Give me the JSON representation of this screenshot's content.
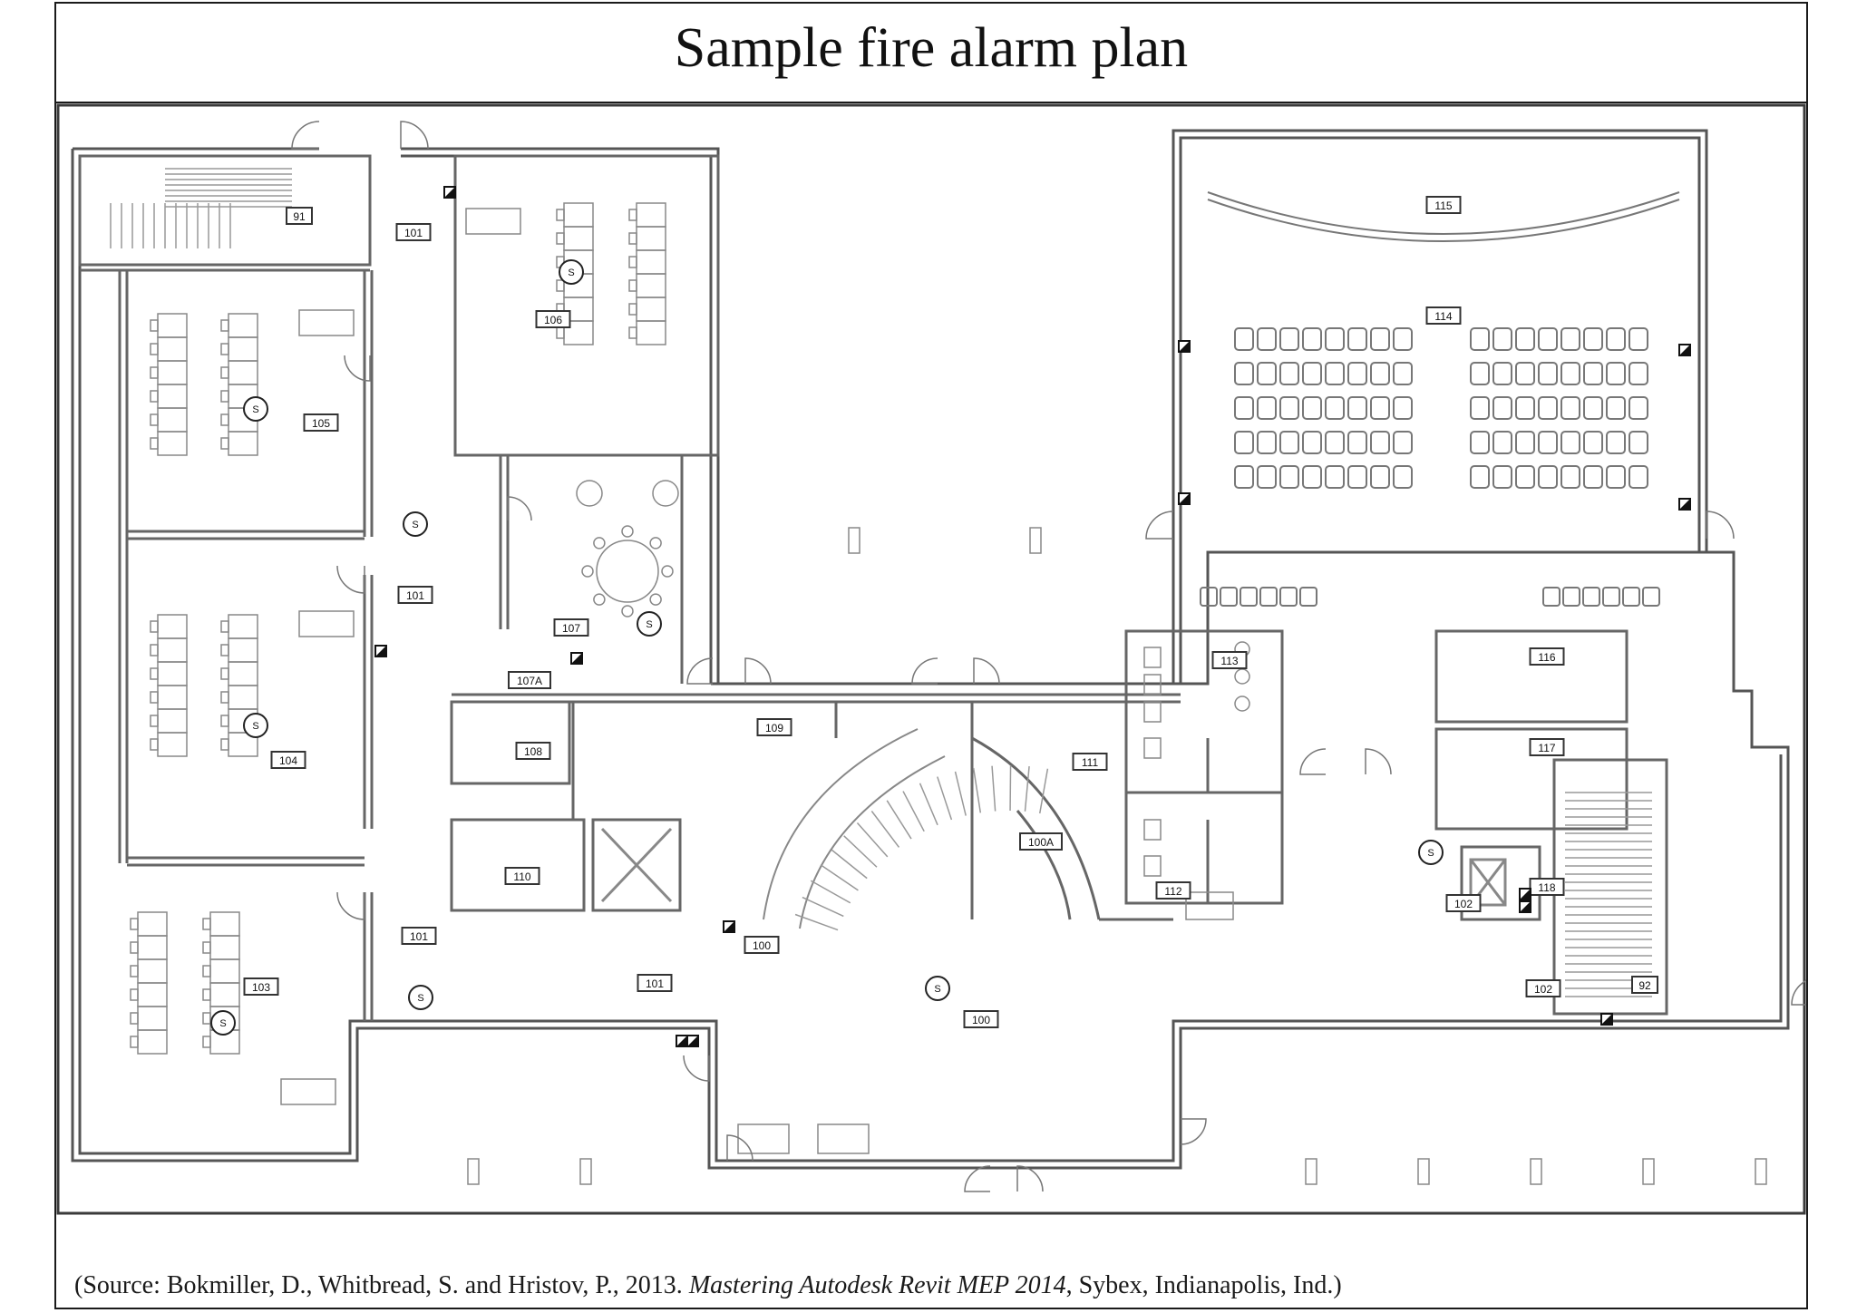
{
  "title": "Sample fire alarm plan",
  "caption": {
    "prefix": "(Source: Bokmiller, D., Whitbread, S. and Hristov, P., 2013. ",
    "book": "Mastering Autodesk Revit MEP 2014",
    "suffix": ", Sybex, Indianapolis, Ind.)"
  },
  "rooms": {
    "r91": "91",
    "r101a": "101",
    "r101b": "101",
    "r101c": "101",
    "r101d": "101",
    "r100": "100",
    "r100b": "100",
    "r100a": "100A",
    "r102a": "102",
    "r102b": "102",
    "r103": "103",
    "r104": "104",
    "r105": "105",
    "r106": "106",
    "r107": "107",
    "r107a": "107A",
    "r108": "108",
    "r109": "109",
    "r110": "110",
    "r111": "111",
    "r112": "112",
    "r113": "113",
    "r114": "114",
    "r115": "115",
    "r116": "116",
    "r117": "117",
    "r118": "118",
    "r92": "92"
  },
  "symbols": {
    "smoke_detector_letter": "S"
  },
  "colors": {
    "wall": "#4a4a4a",
    "line": "#6d6d6d",
    "light": "#9a9a9a",
    "text": "#111111"
  }
}
